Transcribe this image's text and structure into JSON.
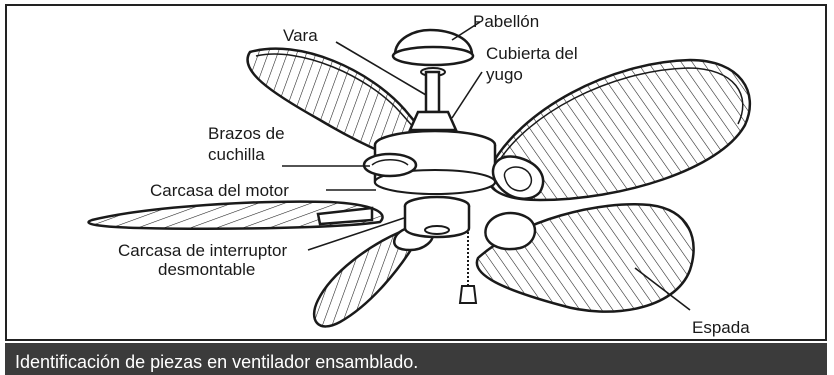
{
  "diagram": {
    "labels": {
      "pabellon": "Pabellón",
      "vara": "Vara",
      "cubierta_line1": "Cubierta del",
      "cubierta_line2": "yugo",
      "brazos_line1": "Brazos de",
      "brazos_line2": "cuchilla",
      "carcasa_motor": "Carcasa del motor",
      "interruptor_line1": "Carcasa de interruptor",
      "interruptor_line2": "desmontable",
      "espada": "Espada"
    }
  },
  "caption": {
    "text": "Identificación de piezas en ventilador ensamblado."
  },
  "colors": {
    "line": "#1a1a1a",
    "caption_background": "#3b3b3b",
    "caption_text": "#ffffff"
  }
}
